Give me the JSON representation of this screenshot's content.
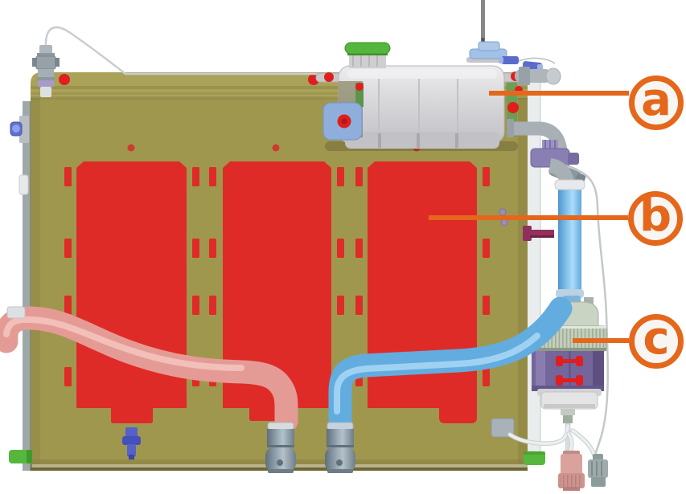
{
  "figure": {
    "type": "technical-illustration",
    "description": "Cooling module side view with lettered callouts",
    "callouts": [
      {
        "id": "a",
        "label": "a"
      },
      {
        "id": "b",
        "label": "b"
      },
      {
        "id": "c",
        "label": "c"
      }
    ],
    "colors": {
      "accent_orange": "#E4671B",
      "callout_fill": "#F7F6F3",
      "panel_olive": "#A0974F",
      "panel_olive_light": "#ABA25A",
      "panel_olive_dark": "#7E7639",
      "core_red": "#DF2B27",
      "bolt_red": "#E01E1E",
      "cap_green": "#55B53C",
      "cap_blue": "#A3C1E6",
      "connector_indigo": "#5A6BCC",
      "pipe_blue": "#74B9E8",
      "hose_blue": "#62ACE0",
      "hose_pink": "#E59B95",
      "filter_purple": "#74659B",
      "filter_ring_sage": "#C4CFBC",
      "metal_gray": "#8C9BA6",
      "foot_green": "#57B73D"
    }
  }
}
